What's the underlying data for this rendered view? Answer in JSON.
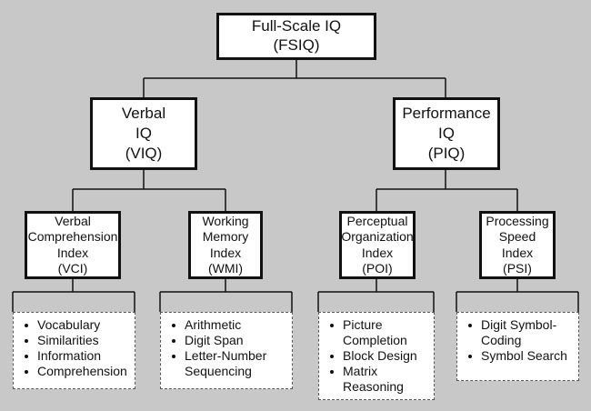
{
  "diagram": {
    "root": {
      "lines": [
        "Full-Scale IQ",
        "(FSIQ)"
      ]
    },
    "verbal": {
      "lines": [
        "Verbal",
        "IQ",
        "(VIQ)"
      ],
      "indexes": [
        {
          "lines": [
            "Verbal",
            "Comprehension",
            "Index",
            "(VCI)"
          ],
          "subtests": [
            [
              "Vocabulary"
            ],
            [
              "Similarities"
            ],
            [
              "Information"
            ],
            [
              "Comprehension"
            ]
          ]
        },
        {
          "lines": [
            "Working",
            "Memory",
            "Index",
            "(WMI)"
          ],
          "subtests": [
            [
              "Arithmetic"
            ],
            [
              "Digit Span"
            ],
            [
              "Letter-Number",
              "Sequencing"
            ]
          ]
        }
      ]
    },
    "performance": {
      "lines": [
        "Performance",
        "IQ",
        "(PIQ)"
      ],
      "indexes": [
        {
          "lines": [
            "Perceptual",
            "Organization",
            "Index",
            "(POI)"
          ],
          "subtests": [
            [
              "Picture",
              "Completion"
            ],
            [
              "Block Design"
            ],
            [
              "Matrix",
              "Reasoning"
            ]
          ]
        },
        {
          "lines": [
            "Processing",
            "Speed",
            "Index",
            "(PSI)"
          ],
          "subtests": [
            [
              "Digit Symbol-",
              "Coding"
            ],
            [
              "Symbol Search"
            ]
          ]
        }
      ]
    }
  }
}
